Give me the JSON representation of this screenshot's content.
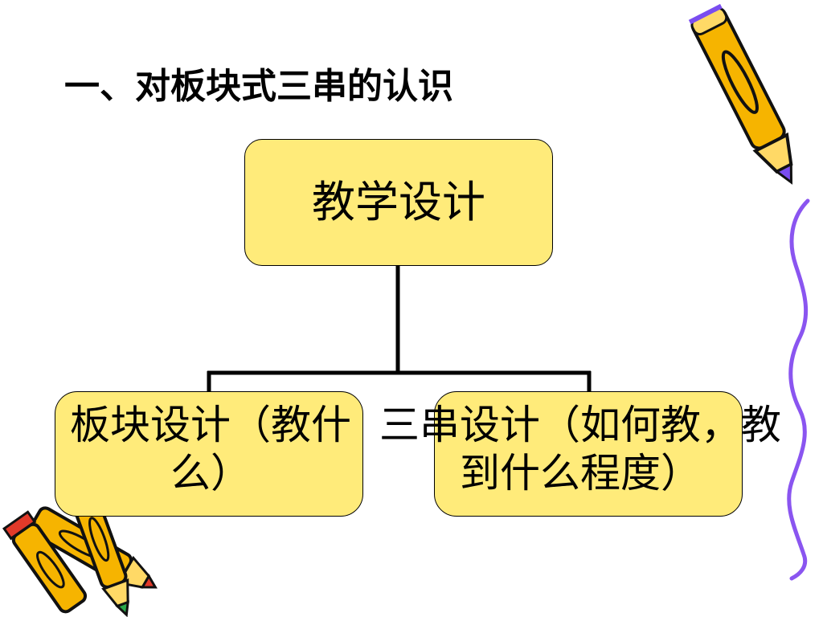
{
  "slide": {
    "title": "一、对板块式三串的认识"
  },
  "diagram": {
    "root": {
      "label": "教学设计"
    },
    "children": [
      {
        "label": "板块设计（教什么）"
      },
      {
        "label": "三串设计（如何教，教到什么程度）"
      }
    ]
  },
  "colors": {
    "node_fill": "#ffeb7a",
    "node_border": "#000000",
    "connector": "#000000",
    "pencil_body": "#f6b400",
    "pencil_tip": "#7a4df0",
    "border_squiggle": "#8a55f0"
  },
  "icons": [
    "pencil-icon",
    "pencils-cluster-icon",
    "squiggle-border"
  ]
}
